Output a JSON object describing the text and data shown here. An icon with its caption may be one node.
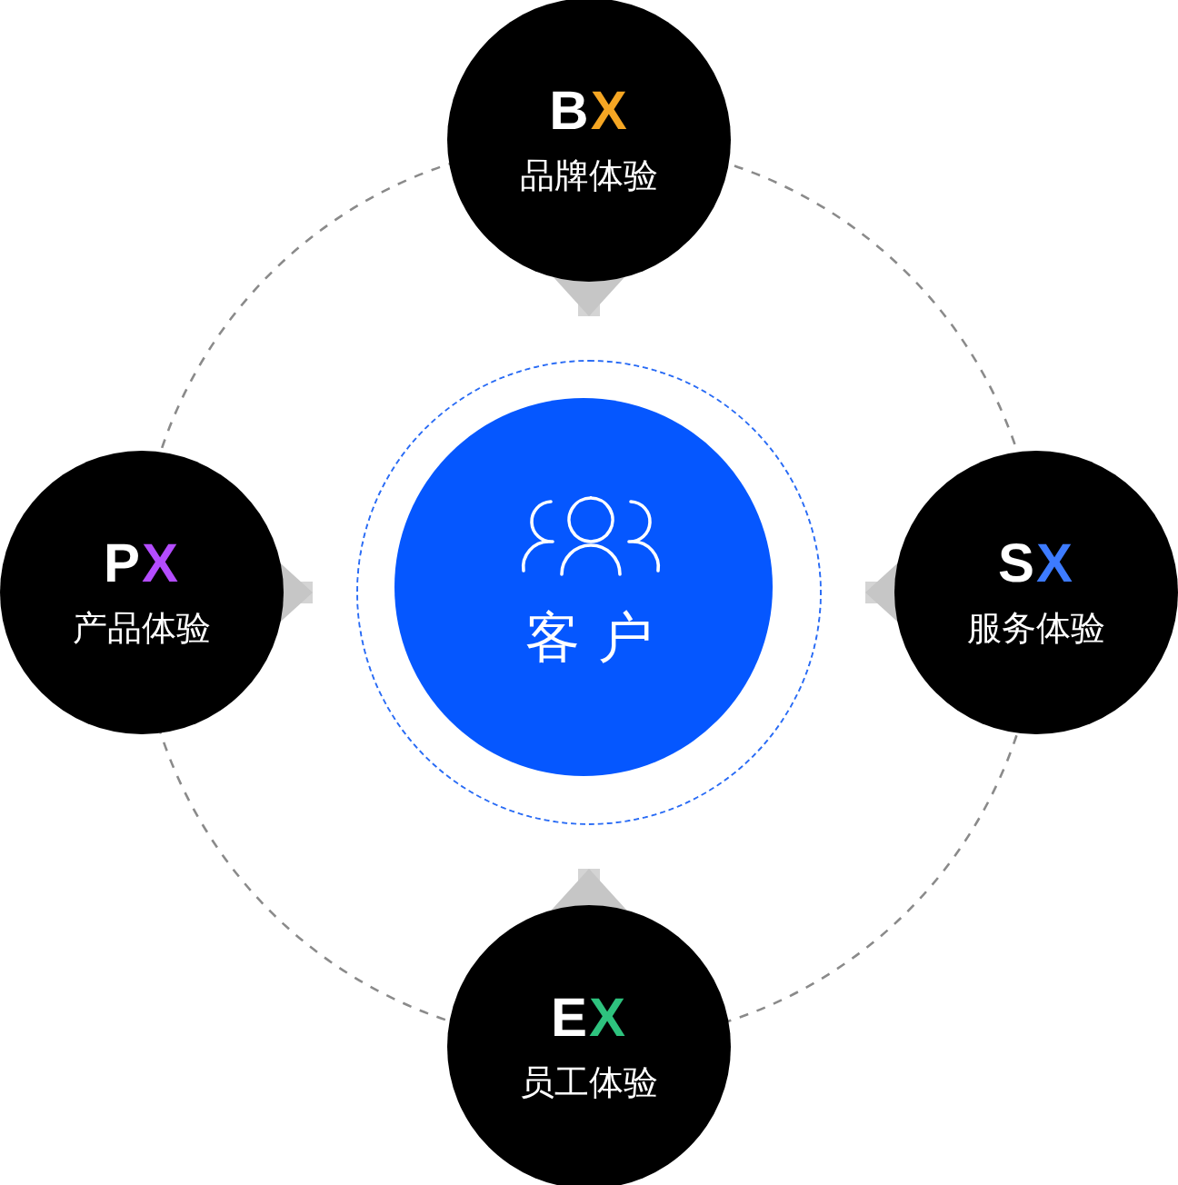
{
  "diagram": {
    "nodes": [
      {
        "text": [
          "客户"
        ]
      },
      {
        "text": [
          "BX",
          "品牌体验"
        ]
      },
      {
        "text": [
          "PX",
          "产品体验"
        ]
      },
      {
        "text": [
          "SX",
          "服务体验"
        ]
      },
      {
        "text": [
          "EX",
          "员工体验"
        ]
      }
    ],
    "edges": [
      {
        "from": 1,
        "to": 0,
        "arrow": "to"
      },
      {
        "from": 2,
        "to": 0,
        "arrow": "to"
      },
      {
        "from": 3,
        "to": 0,
        "arrow": "to"
      },
      {
        "from": 4,
        "to": 0,
        "arrow": "to"
      }
    ]
  }
}
